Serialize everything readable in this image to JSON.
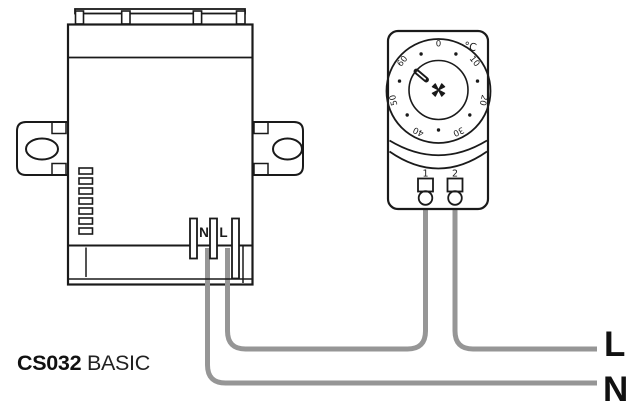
{
  "product": {
    "model": "CS032",
    "variant": "BASIC"
  },
  "device": {
    "terminals": {
      "neutral": "N",
      "live": "L"
    }
  },
  "thermostat": {
    "unit": "°C",
    "dial_labels": [
      "0",
      "10",
      "20",
      "30",
      "40",
      "50",
      "60"
    ],
    "pointer_at": "60",
    "terminals": [
      "1",
      "2"
    ]
  },
  "wiring": {
    "live_label": "L",
    "neutral_label": "N"
  },
  "colors": {
    "line": "#1a1a1a",
    "wire": "#969696",
    "background": "#ffffff"
  }
}
